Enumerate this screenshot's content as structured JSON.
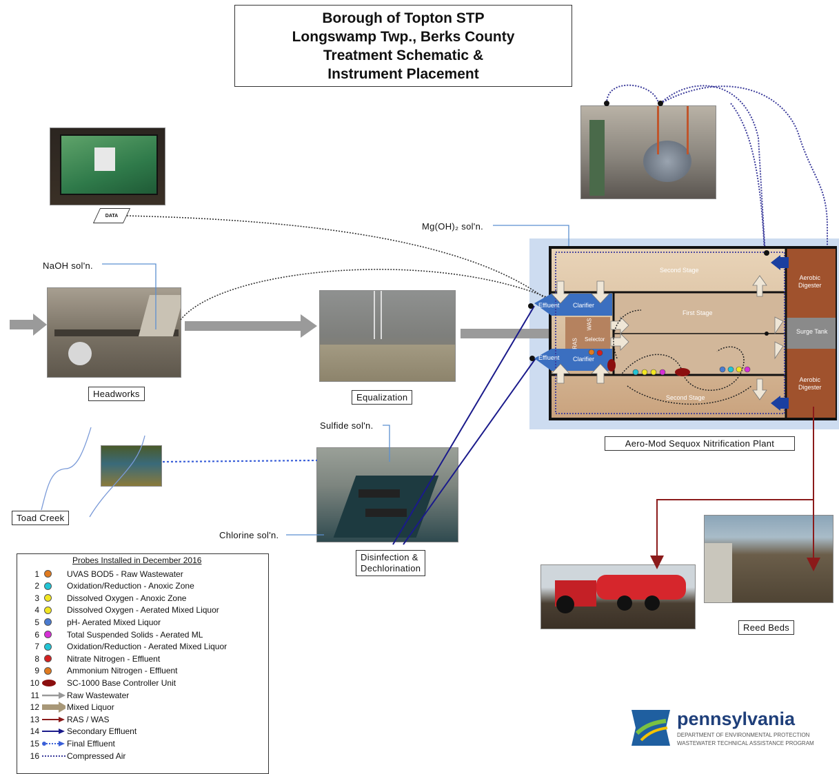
{
  "title": {
    "lines": [
      "Borough of Topton STP",
      "Longswamp Twp., Berks County",
      "Treatment Schematic &",
      "Instrument Placement"
    ]
  },
  "labels": {
    "headworks": "Headworks",
    "equalization": "Equalization",
    "toad_creek": "Toad Creek",
    "disinfection": [
      "Disinfection &",
      "Dechlorination"
    ],
    "plant": "Aero-Mod Sequox Nitrification Plant",
    "reed_beds": "Reed Beds",
    "data": "DATA"
  },
  "chemicals": {
    "naoh": "NaOH sol'n.",
    "mgoh": "Mg(OH)₂ sol'n.",
    "sulfide": "Sulfide sol'n.",
    "chlorine": "Chlorine sol'n."
  },
  "plant": {
    "second_stage_top": "Second Stage",
    "first_stage": "First Stage",
    "second_stage_bottom": "Second Stage",
    "surge_tank": "Surge Tank",
    "aerobic_digester_top": [
      "Aerobic",
      "Digester"
    ],
    "aerobic_digester_bottom": [
      "Aerobic",
      "Digester"
    ],
    "effluent_top": "Effluent",
    "effluent_bottom": "Effluent",
    "clarifier_top": "Clarifier",
    "clarifier_bottom": "Clarifier",
    "selector": "Selector",
    "ras": "RAS",
    "was": "WAS"
  },
  "legend": {
    "title": "Probes Installed in December 2016",
    "items": [
      {
        "num": "1",
        "sym": "dot",
        "color": "#e07a1f",
        "text": "UVAS BOD5 - Raw Wastewater"
      },
      {
        "num": "2",
        "sym": "dot",
        "color": "#22c4d4",
        "text": "Oxidation/Reduction - Anoxic Zone"
      },
      {
        "num": "3",
        "sym": "dot",
        "color": "#f2e622",
        "text": "Dissolved Oxygen - Anoxic Zone"
      },
      {
        "num": "4",
        "sym": "dot",
        "color": "#f2e622",
        "text": "Dissolved Oxygen - Aerated Mixed Liquor"
      },
      {
        "num": "5",
        "sym": "dot",
        "color": "#4a7bd0",
        "text": "pH- Aerated Mixed Liquor"
      },
      {
        "num": "6",
        "sym": "dot",
        "color": "#d62fd6",
        "text": "Total Suspended Solids - Aerated ML"
      },
      {
        "num": "7",
        "sym": "dot",
        "color": "#22c4d4",
        "text": "Oxidation/Reduction - Aerated Mixed Liquor"
      },
      {
        "num": "8",
        "sym": "dot",
        "color": "#d42020",
        "text": "Nitrate Nitrogen - Effluent"
      },
      {
        "num": "9",
        "sym": "dot",
        "color": "#e07a1f",
        "text": "Ammonium Nitrogen - Effluent"
      },
      {
        "num": "10",
        "sym": "ellipse",
        "color": "#8b0f0f",
        "text": "SC-1000 Base Controller Unit"
      },
      {
        "num": "11",
        "sym": "arrow-gray",
        "color": "#999999",
        "text": "Raw Wastewater"
      },
      {
        "num": "12",
        "sym": "arrow-tan",
        "color": "#a89878",
        "text": "Mixed Liquor"
      },
      {
        "num": "13",
        "sym": "arrow-red",
        "color": "#8b1a1a",
        "text": "RAS / WAS"
      },
      {
        "num": "14",
        "sym": "arrow-navy",
        "color": "#1a1a8b",
        "text": "Secondary Effluent"
      },
      {
        "num": "15",
        "sym": "arrow-blue-dot",
        "color": "#3a5fd8",
        "text": "Final Effluent"
      },
      {
        "num": "16",
        "sym": "dotted",
        "color": "#3a3a9a",
        "text": "Compressed Air"
      }
    ]
  },
  "logo": {
    "name": "pennsylvania",
    "line1": "DEPARTMENT OF ENVIRONMENTAL PROTECTION",
    "line2": "WASTEWATER TECHNICAL ASSISTANCE PROGRAM"
  }
}
